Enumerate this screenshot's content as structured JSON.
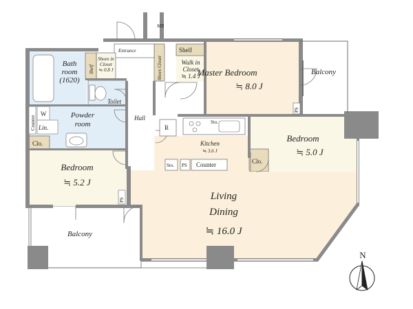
{
  "rooms": {
    "master_bedroom": {
      "label": "Master Bedroom",
      "size": "≒ 8.0 J"
    },
    "walk_in_closet": {
      "label_line1": "Walk in",
      "label_line2": "Closet",
      "size": "≒ 1.4 J"
    },
    "shelf_wic": "Shelf",
    "shoes_closet": "Shoes Closet",
    "entrance": "Entrance",
    "mb": "MB",
    "shoes_in_closet": {
      "label_line1": "Shoes in",
      "label_line2": "Closet",
      "size": "≒ 0.8 J"
    },
    "shelf_bath": "Shelf",
    "bathroom": {
      "line1": "Bath",
      "line2": "room",
      "line3": "(1620)"
    },
    "toilet": "Toilet",
    "counter_left": "Counter",
    "w": "W",
    "lin": "Lin.",
    "powder_room": {
      "line1": "Powder",
      "line2": "room"
    },
    "hall": "Hall",
    "r": "R",
    "sto_kitchen": "Sto.",
    "kitchen": {
      "label": "Kitchen",
      "size": "≒ 3.6 J"
    },
    "sto_counter": "Sto.",
    "ps_counter": "PS",
    "counter_kitchen": "Counter",
    "clo_left": "Clo.",
    "bedroom_left": {
      "label": "Bedroom",
      "size": "≒ 5.2 J"
    },
    "ps_left": "PS",
    "living_dining": {
      "line1": "Living",
      "line2": "Dining",
      "size": "≒ 16.0 J"
    },
    "bedroom_right": {
      "label": "Bedroom",
      "size": "≒ 5.0 J"
    },
    "clo_right": "Clo.",
    "ps_right": "PS",
    "balcony_top": "Balcony",
    "balcony_bottom": "Balcony",
    "compass": "N"
  },
  "colors": {
    "wood_floor": "#fcefdc",
    "tile_floor": "#e2eef7",
    "tatami_shelf": "#e8dcbc",
    "closet_cream": "#fbf7e6",
    "white_floor": "#ffffff",
    "wall": "#8a8a8a"
  }
}
